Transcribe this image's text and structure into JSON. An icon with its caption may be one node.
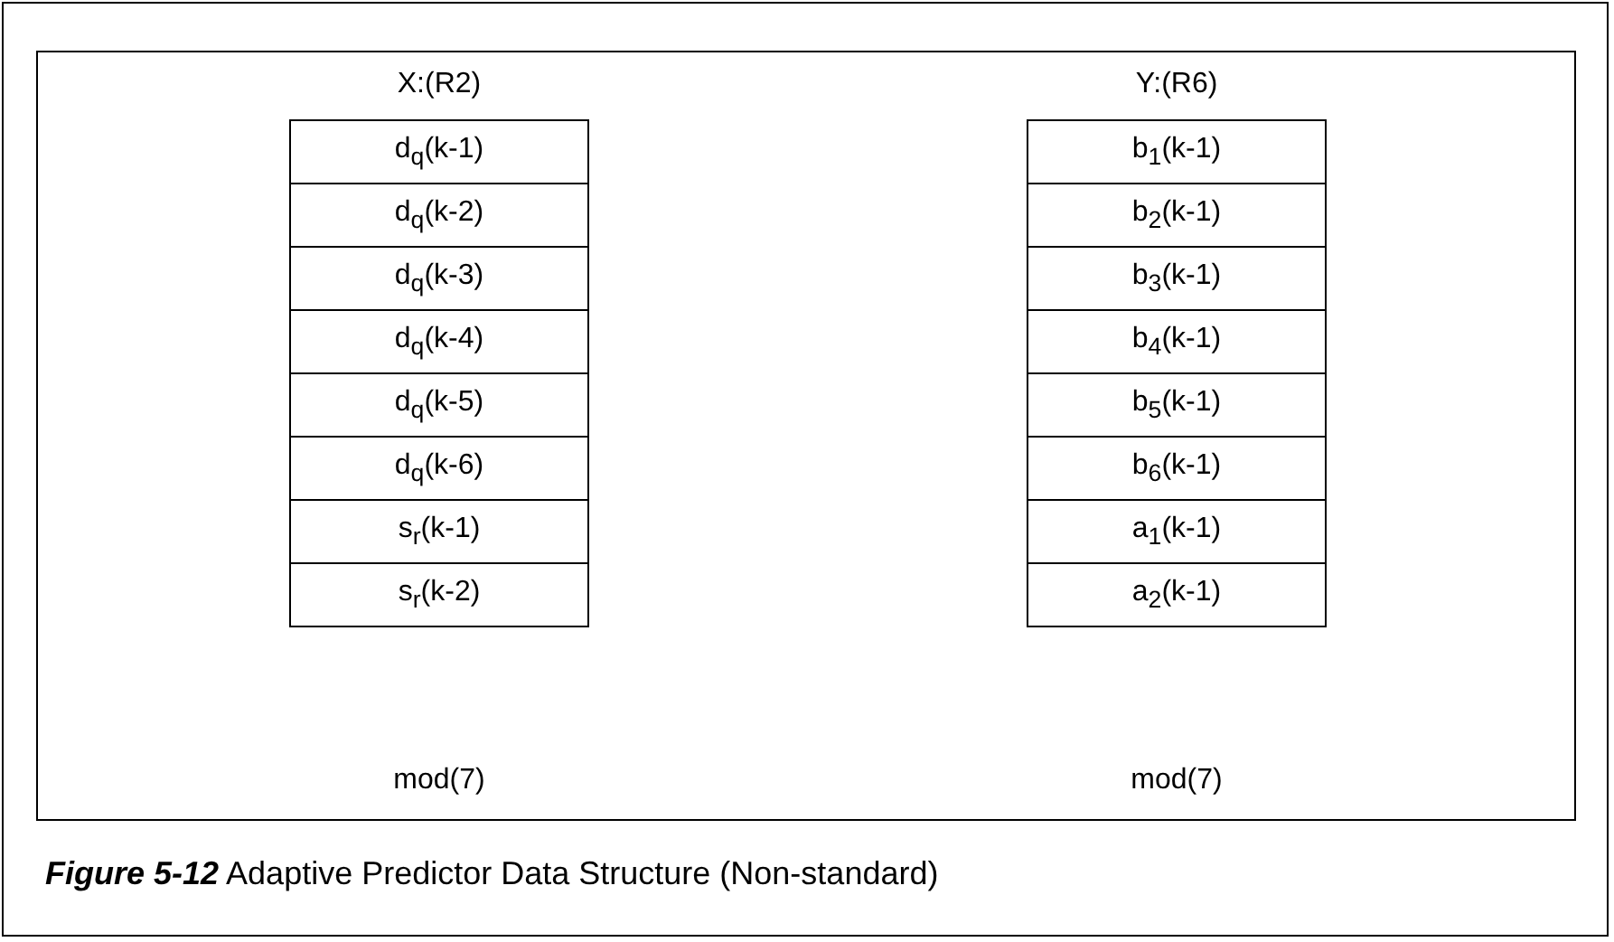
{
  "diagram": {
    "caption": "**Figure 5-12** Adaptive Predictor Data Structure (Non-standard)",
    "nodes": [
      {
        "text": [
          "d$_{q}$(k-1)"
        ]
      },
      {
        "text": [
          "d$_{q}$(k-2)"
        ]
      },
      {
        "text": [
          "d$_{q}$(k-3)"
        ]
      },
      {
        "text": [
          "d$_{q}$(k-4)"
        ]
      },
      {
        "text": [
          "d$_{q}$(k-5)"
        ]
      },
      {
        "text": [
          "d$_{q}$(k-6)"
        ]
      },
      {
        "text": [
          "s$_{r}$(k-1)"
        ]
      },
      {
        "text": [
          "s$_{r}$(k-2)"
        ]
      },
      {
        "text": [
          "b$_{1}$(k-1)"
        ]
      },
      {
        "text": [
          "b$_{2}$(k-1)"
        ]
      },
      {
        "text": [
          "b$_{3}$(k-1)"
        ]
      },
      {
        "text": [
          "b$_{4}$(k-1)"
        ]
      },
      {
        "text": [
          "b$_{5}$(k-1)"
        ]
      },
      {
        "text": [
          "b$_{6}$(k-1)"
        ]
      },
      {
        "text": [
          "a$_{1}$(k-1)"
        ]
      },
      {
        "text": [
          "a$_{2}$(k-1)"
        ]
      }
    ],
    "labels": [
      "X:(R2)",
      "Y:(R6)",
      "mod(7)",
      "mod(7)"
    ]
  }
}
